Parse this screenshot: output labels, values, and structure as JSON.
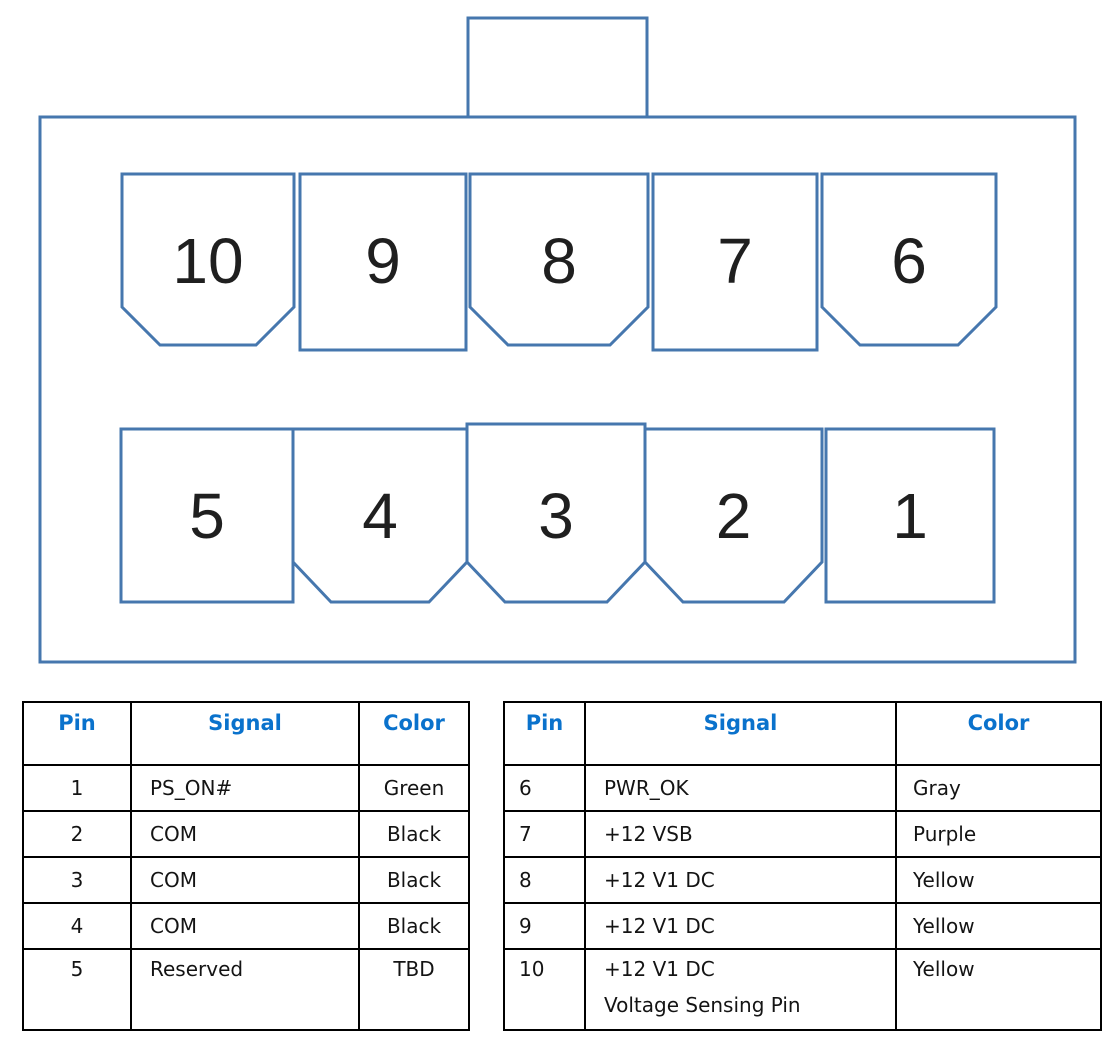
{
  "page": {
    "background": "#ffffff"
  },
  "diagram": {
    "line_color": "#4677ae",
    "cavity_fill": "#ffffff",
    "pin_number_color": "#1f1f1f",
    "top_row": [
      {
        "number": "10",
        "keyed": true
      },
      {
        "number": "9",
        "keyed": false
      },
      {
        "number": "8",
        "keyed": true
      },
      {
        "number": "7",
        "keyed": false
      },
      {
        "number": "6",
        "keyed": true
      }
    ],
    "bottom_row": [
      {
        "number": "5",
        "keyed": false
      },
      {
        "number": "4",
        "keyed": true
      },
      {
        "number": "3",
        "keyed": true,
        "raised_top": true
      },
      {
        "number": "2",
        "keyed": true
      },
      {
        "number": "1",
        "keyed": false
      }
    ]
  },
  "tables": {
    "header_text_color": "#0a72cc",
    "border_color": "#000000",
    "left": {
      "headers": [
        "Pin",
        "Signal",
        "Color"
      ],
      "rows": [
        {
          "pin": "1",
          "signal_lines": [
            "PS_ON#"
          ],
          "color": "Green"
        },
        {
          "pin": "2",
          "signal_lines": [
            "COM"
          ],
          "color": "Black"
        },
        {
          "pin": "3",
          "signal_lines": [
            "COM"
          ],
          "color": "Black"
        },
        {
          "pin": "4",
          "signal_lines": [
            "COM"
          ],
          "color": "Black"
        },
        {
          "pin": "5",
          "signal_lines": [
            "Reserved"
          ],
          "color": "TBD"
        }
      ]
    },
    "right": {
      "headers": [
        "Pin",
        "Signal",
        "Color"
      ],
      "rows": [
        {
          "pin": "6",
          "signal_lines": [
            "PWR_OK"
          ],
          "color": "Gray"
        },
        {
          "pin": "7",
          "signal_lines": [
            "+12 VSB"
          ],
          "color": "Purple"
        },
        {
          "pin": "8",
          "signal_lines": [
            "+12 V1 DC"
          ],
          "color": "Yellow"
        },
        {
          "pin": "9",
          "signal_lines": [
            "+12 V1 DC"
          ],
          "color": "Yellow"
        },
        {
          "pin": "10",
          "signal_lines": [
            "+12 V1 DC",
            "Voltage Sensing Pin"
          ],
          "color": "Yellow"
        }
      ]
    }
  }
}
